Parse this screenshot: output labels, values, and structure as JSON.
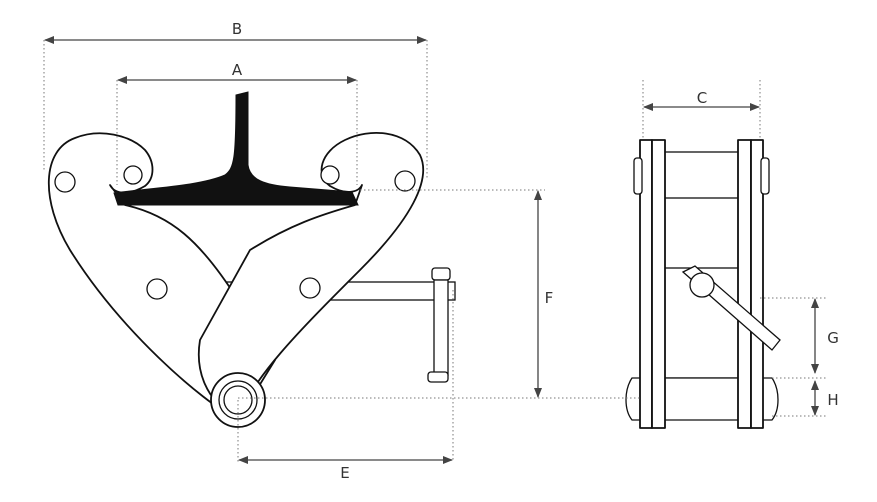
{
  "diagram": {
    "dimension_labels": {
      "a": "A",
      "b": "B",
      "c": "C",
      "e": "E",
      "f": "F",
      "g": "G",
      "h": "H"
    },
    "colors": {
      "line": "#111111",
      "beam_fill": "#111111",
      "dimension": "#444444"
    }
  }
}
